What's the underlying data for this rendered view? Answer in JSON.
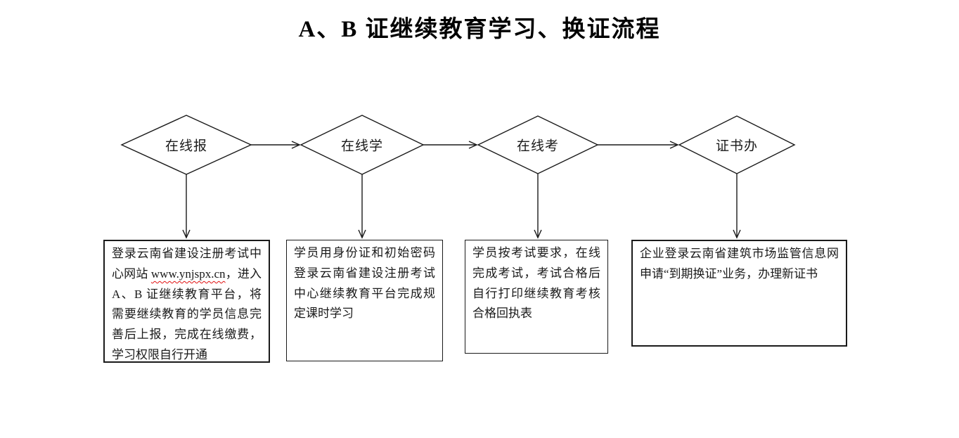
{
  "page": {
    "title": "A、B 证继续教育学习、换证流程",
    "background_color": "#ffffff",
    "line_color": "#1a1a1a",
    "text_color": "#1a1a1a",
    "spellcheck_squiggle_color": "#e01010"
  },
  "flowchart": {
    "stages": [
      {
        "id": "register",
        "label": "在线报",
        "description_prefix": "登录云南省建设注册考试中心网站 ",
        "description_link": "www.ynjspx.cn",
        "description_suffix": "，进入 A、B 证继续教育平台，将需要继续教育的学员信息完善后上报，完成在线缴费，学习权限自行开通"
      },
      {
        "id": "study",
        "label": "在线学",
        "description": "学员用身份证和初始密码登录云南省建设注册考试中心继续教育平台完成规定课时学习"
      },
      {
        "id": "exam",
        "label": "在线考",
        "description": "学员按考试要求，在线完成考试，考试合格后自行打印继续教育考核合格回执表"
      },
      {
        "id": "certificate",
        "label": "证书办",
        "description": "企业登录云南省建筑市场监管信息网申请“到期换证”业务，办理新证书"
      }
    ]
  }
}
